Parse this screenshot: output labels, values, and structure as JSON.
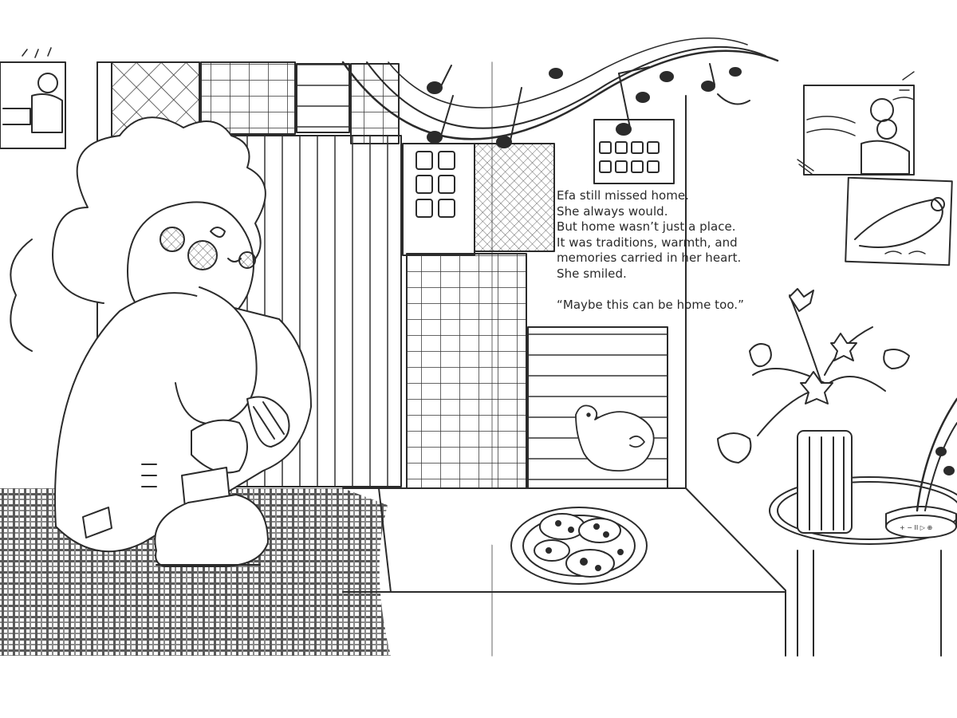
{
  "story": {
    "lines": [
      "Efa still missed home.",
      "She always would.",
      "But home wasn’t just a place.",
      "It was traditions, warmth, and",
      "memories carried in her heart.",
      "She smiled."
    ],
    "quote": "“Maybe this can be home too.”"
  },
  "colors": {
    "ink": "#2a2a2a",
    "paper": "#ffffff",
    "rug": "#555555"
  },
  "icons": [
    "music-notes-icon",
    "flower-vase-icon",
    "cookie-plate-icon",
    "photo-frame-icon",
    "speaker-icon",
    "bird-icon"
  ]
}
